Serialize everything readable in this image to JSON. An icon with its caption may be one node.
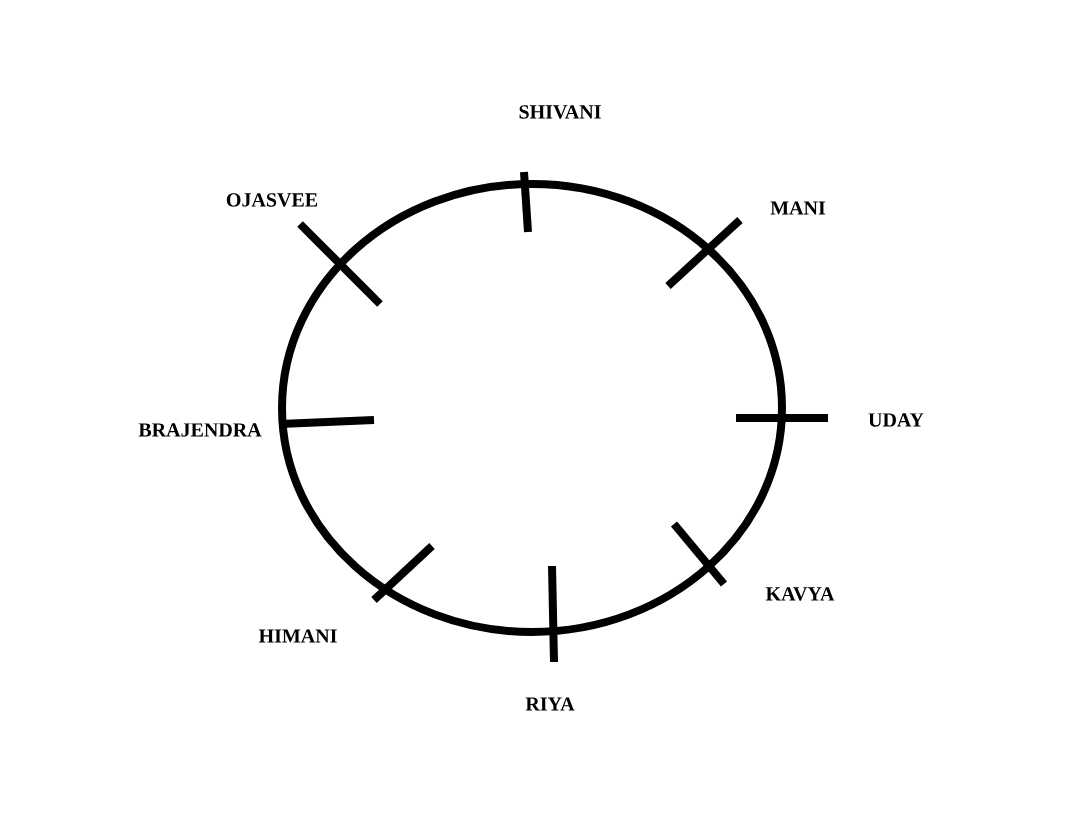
{
  "diagram": {
    "labels": [
      "SHIVANI",
      "OJASVEE",
      "MANI",
      "BRAJENDRA",
      "UDAY",
      "KAVYA",
      "HIMANI",
      "RIYA"
    ]
  }
}
